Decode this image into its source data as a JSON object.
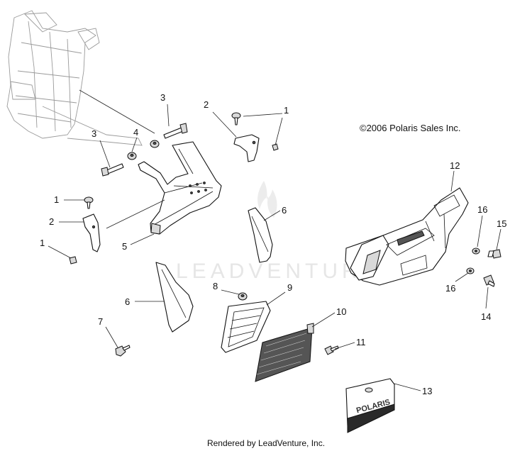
{
  "copyright": "©2006 Polaris Sales Inc.",
  "footer": "Rendered by LeadVenture, Inc.",
  "watermark": "LEADVENTURE",
  "grille_logo": "POLARIS",
  "callouts": {
    "c1a": "1",
    "c1b": "1",
    "c1c": "1",
    "c2a": "2",
    "c2b": "2",
    "c3a": "3",
    "c3b": "3",
    "c4": "4",
    "c5": "5",
    "c6a": "6",
    "c6b": "6",
    "c7": "7",
    "c8": "8",
    "c9": "9",
    "c10": "10",
    "c11": "11",
    "c12": "12",
    "c13": "13",
    "c14": "14",
    "c15": "15",
    "c16a": "16",
    "c16b": "16"
  }
}
